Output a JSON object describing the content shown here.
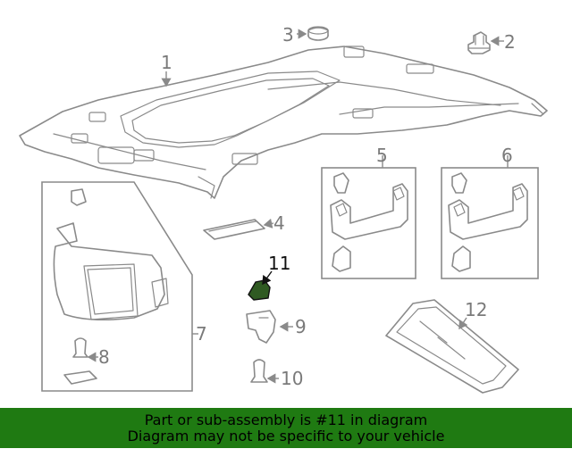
{
  "callouts": {
    "c1": "1",
    "c2": "2",
    "c3": "3",
    "c4": "4",
    "c5": "5",
    "c6": "6",
    "c7": "7",
    "c8": "8",
    "c9": "9",
    "c10": "10",
    "c11": "11",
    "c12": "12"
  },
  "highlight_color": "#2f5a22",
  "banner": {
    "line1": "Part or sub-assembly is #11 in diagram",
    "line2": "Diagram may not be specific to your vehicle",
    "background": "#1f7a12"
  }
}
